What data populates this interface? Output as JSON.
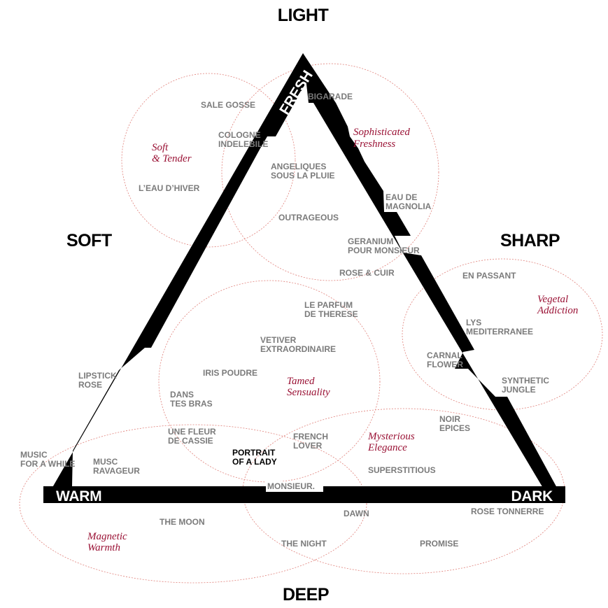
{
  "axes": {
    "top": "LIGHT",
    "bottom": "DEEP",
    "left": "SOFT",
    "right": "SHARP"
  },
  "corners": {
    "top": "FRESH",
    "bottom_left": "WARM",
    "bottom_right": "DARK"
  },
  "colors": {
    "frame": "#000000",
    "fragrance_text": "#7b7b7b",
    "family_text": "#9a1235",
    "family_ring": "#e0807a"
  },
  "families": {
    "soft_tender": [
      "Soft",
      "& Tender"
    ],
    "sophisticated_freshness": [
      "Sophisticated",
      "Freshness"
    ],
    "vegetal_addiction": [
      "Vegetal",
      "Addiction"
    ],
    "tamed_sensuality": [
      "Tamed",
      "Sensuality"
    ],
    "mysterious_elegance": [
      "Mysterious",
      "Elegance"
    ],
    "magnetic_warmth": [
      "Magnetic",
      "Warmth"
    ]
  },
  "fragrances": {
    "sale_gosse": [
      "SALE GOSSE"
    ],
    "bigarade": [
      "BIGARADE"
    ],
    "cologne_indelebile": [
      "COLOGNE",
      "INDELEBILE"
    ],
    "angeliques": [
      "ANGELIQUES",
      "SOUS LA PLUIE"
    ],
    "eau_hiver": [
      "L’EAU D’HIVER"
    ],
    "eau_magnolia": [
      "EAU DE",
      "MAGNOLIA"
    ],
    "outrageous": [
      "OUTRAGEOUS"
    ],
    "geranium": [
      "GERANIUM",
      "POUR MONSIEUR"
    ],
    "rose_cuir": [
      "ROSE & CUIR"
    ],
    "en_passant": [
      "EN PASSANT"
    ],
    "parfum_therese": [
      "LE PARFUM",
      "DE THERESE"
    ],
    "lys": [
      "LYS",
      "MEDITERRANEE"
    ],
    "vetiver": [
      "VETIVER",
      "EXTRAORDINAIRE"
    ],
    "carnal_flower": [
      "CARNAL",
      "FLOWER"
    ],
    "iris_poudre": [
      "IRIS POUDRE"
    ],
    "lipstick_rose": [
      "LIPSTICK",
      "ROSE"
    ],
    "synthetic_jungle": [
      "SYNTHETIC",
      "JUNGLE"
    ],
    "dans_tes_bras": [
      "DANS",
      "TES BRAS"
    ],
    "noir_epices": [
      "NOIR",
      "EPICES"
    ],
    "fleur_cassie": [
      "UNE FLEUR",
      "DE CASSIE"
    ],
    "french_lover": [
      "FRENCH",
      "LOVER"
    ],
    "portrait": [
      "PORTRAIT",
      "OF A LADY"
    ],
    "music_for_a_while": [
      "MUSIC",
      "FOR A WHILE"
    ],
    "musc_ravageur": [
      "MUSC",
      "RAVAGEUR"
    ],
    "superstitious": [
      "SUPERSTITIOUS"
    ],
    "monsieur": [
      "MONSIEUR."
    ],
    "dawn": [
      "DAWN"
    ],
    "rose_tonnerre": [
      "ROSE TONNERRE"
    ],
    "the_moon": [
      "THE MOON"
    ],
    "the_night": [
      "THE NIGHT"
    ],
    "promise": [
      "PROMISE"
    ]
  }
}
